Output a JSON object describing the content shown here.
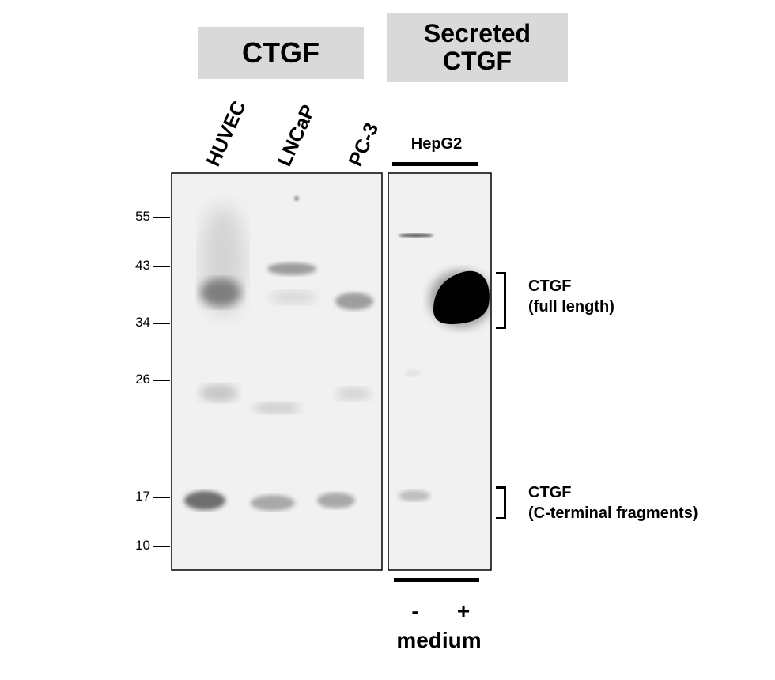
{
  "headers": {
    "ctgf": "CTGF",
    "secreted_line1": "Secreted",
    "secreted_line2": "CTGF"
  },
  "lanes": [
    "HUVEC",
    "LNCaP",
    "PC-3"
  ],
  "hepg2_label": "HepG2",
  "markers": [
    "55",
    "43",
    "34",
    "26",
    "17",
    "10"
  ],
  "annotations": {
    "full_length_line1": "CTGF",
    "full_length_line2": "(full length)",
    "fragments_line1": "CTGF",
    "fragments_line2": "(C-terminal fragments)"
  },
  "medium": {
    "minus": "-",
    "plus": "+",
    "label": "medium"
  }
}
